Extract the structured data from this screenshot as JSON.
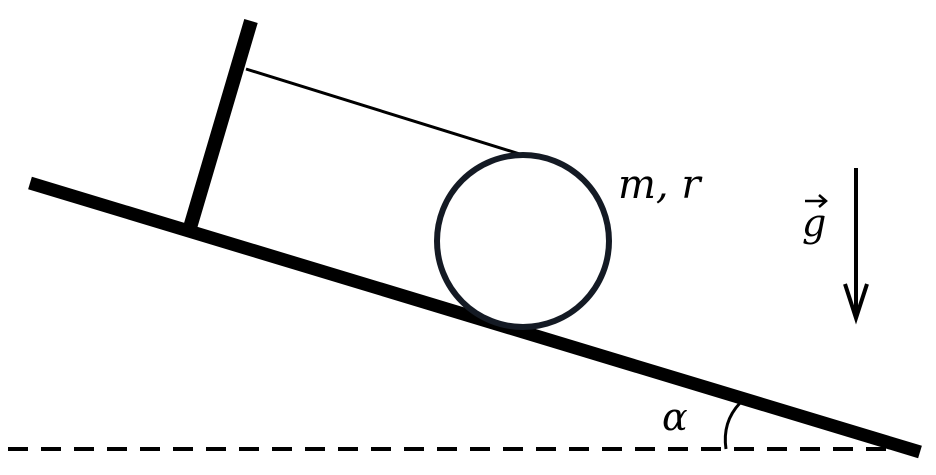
{
  "labels": {
    "mass_radius": "m, r",
    "gravity": "g",
    "angle": "α"
  },
  "colors": {
    "ink": "#000000",
    "cylinder_stroke": "#141a24",
    "background": "#ffffff"
  }
}
